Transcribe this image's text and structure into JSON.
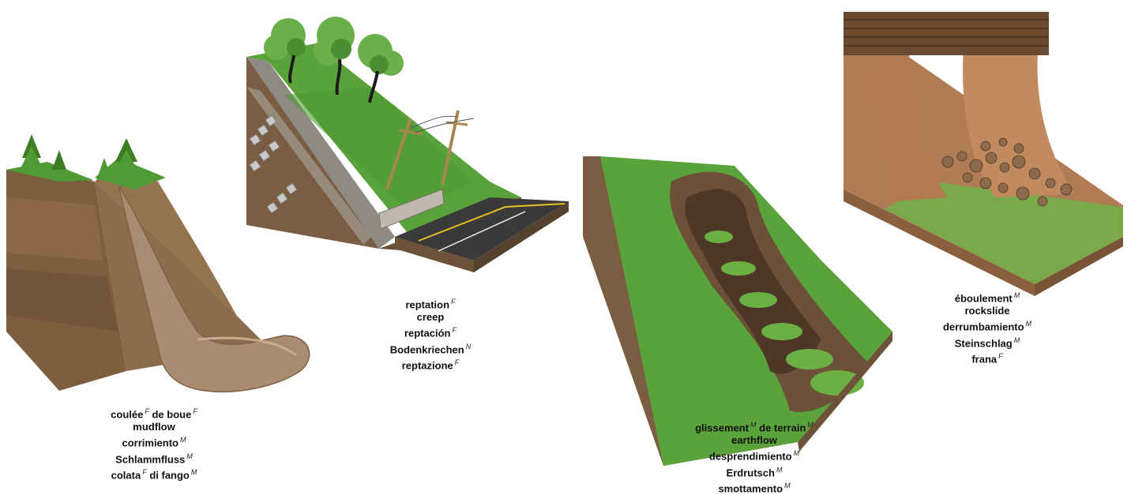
{
  "figures": [
    {
      "id": "mudflow",
      "terms": [
        [
          {
            "w": "coulée",
            "g": "F"
          },
          {
            "w": "de boue",
            "g": "F"
          }
        ],
        [
          {
            "w": "mudflow",
            "g": ""
          }
        ],
        [
          {
            "w": "corrimiento",
            "g": "M"
          }
        ],
        [
          {
            "w": "Schlammfluss",
            "g": "M"
          }
        ],
        [
          {
            "w": "colata",
            "g": "F"
          },
          {
            "w": "di fango",
            "g": "M"
          }
        ]
      ]
    },
    {
      "id": "creep",
      "terms": [
        [
          {
            "w": "reptation",
            "g": "F"
          }
        ],
        [
          {
            "w": "creep",
            "g": ""
          }
        ],
        [
          {
            "w": "reptación",
            "g": "F"
          }
        ],
        [
          {
            "w": "Bodenkriechen",
            "g": "N"
          }
        ],
        [
          {
            "w": "reptazione",
            "g": "F"
          }
        ]
      ]
    },
    {
      "id": "earthflow",
      "terms": [
        [
          {
            "w": "glissement",
            "g": "M"
          },
          {
            "w": "de terrain",
            "g": "M"
          }
        ],
        [
          {
            "w": "earthflow",
            "g": ""
          }
        ],
        [
          {
            "w": "desprendimiento",
            "g": "M"
          }
        ],
        [
          {
            "w": "Erdrutsch",
            "g": "M"
          }
        ],
        [
          {
            "w": "smottamento",
            "g": "M"
          }
        ]
      ]
    },
    {
      "id": "rockslide",
      "terms": [
        [
          {
            "w": "éboulement",
            "g": "M"
          }
        ],
        [
          {
            "w": "rockslide",
            "g": ""
          }
        ],
        [
          {
            "w": "derrumbamiento",
            "g": "M"
          }
        ],
        [
          {
            "w": "Steinschlag",
            "g": "M"
          }
        ],
        [
          {
            "w": "frana",
            "g": "F"
          }
        ]
      ]
    }
  ],
  "colors": {
    "grass": "#5aa23a",
    "grass_dark": "#3f7d25",
    "soil": "#8a6a4a",
    "soil_dark": "#5e4630",
    "mud": "#a88a6e",
    "rock": "#b08060",
    "road": "#3a3a3a",
    "road_line": "#e8c020"
  }
}
